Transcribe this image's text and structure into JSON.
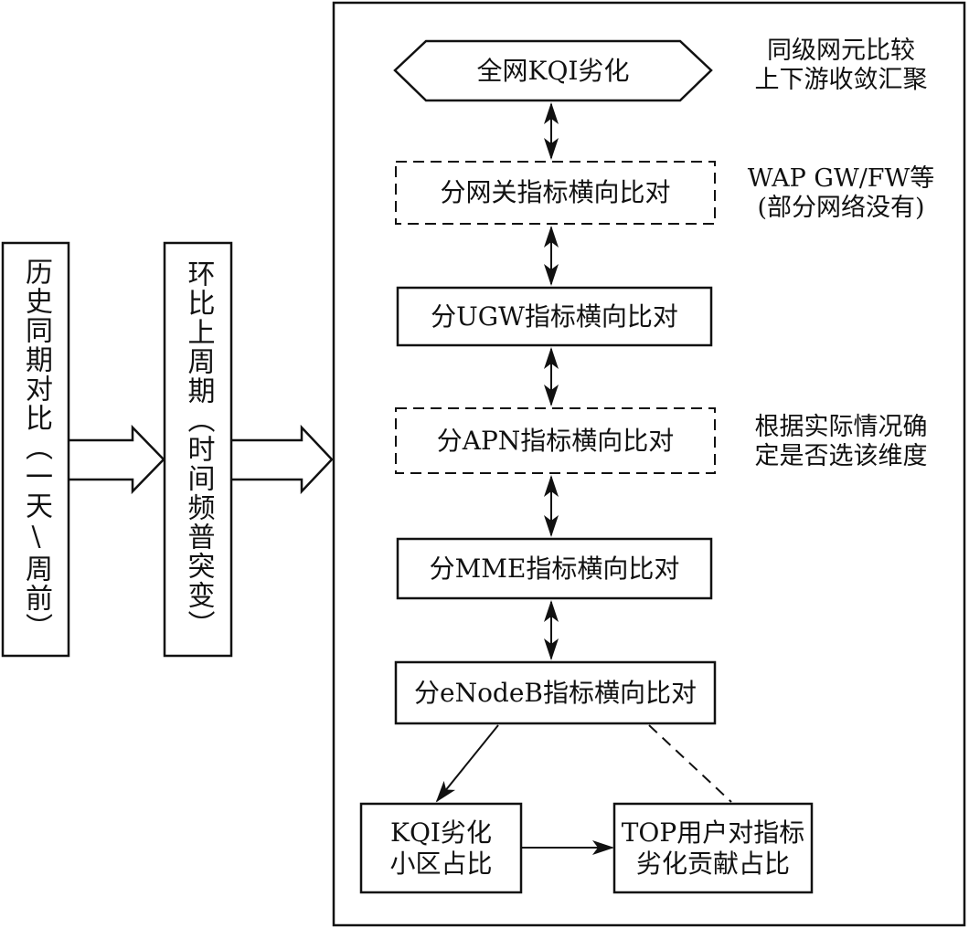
{
  "left_steps": [
    {
      "label": "历史同期对比（一天\\周前）"
    },
    {
      "label": "环比上周期（时间频普突变）"
    }
  ],
  "flow": {
    "start": "全网KQI劣化",
    "steps": [
      {
        "label": "分网关指标横向比对",
        "style": "dashed"
      },
      {
        "label": "分UGW指标横向比对",
        "style": "solid"
      },
      {
        "label": "分APN指标横向比对",
        "style": "dashed"
      },
      {
        "label": "分MME指标横向比对",
        "style": "solid"
      },
      {
        "label": "分eNodeB指标横向比对",
        "style": "solid"
      }
    ],
    "cell_ratio": {
      "line1": "KQI劣化",
      "line2": "小区占比"
    },
    "top_users": {
      "line1": "TOP用户对指标",
      "line2": "劣化贡献占比"
    }
  },
  "notes": {
    "top": {
      "line1": "同级网元比较",
      "line2": "上下游收敛汇聚"
    },
    "gateway": {
      "line1": "WAP GW/FW等",
      "line2": "(部分网络没有)"
    },
    "apn": {
      "line1": "根据实际情况确",
      "line2": "定是否选该维度"
    }
  }
}
